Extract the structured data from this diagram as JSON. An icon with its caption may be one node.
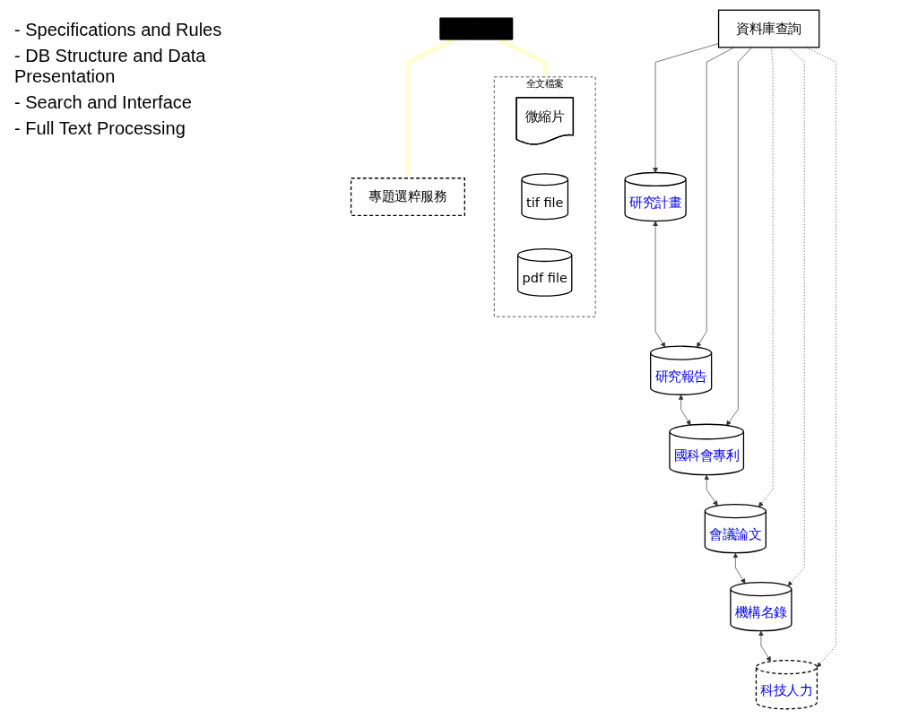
{
  "diagram": {
    "nodes": [
      {
        "text": [
          "資料庫查詢"
        ]
      },
      {
        "text": [
          "研究計畫"
        ]
      },
      {
        "text": [
          "研究報告"
        ]
      },
      {
        "text": [
          "國科會專利"
        ]
      },
      {
        "text": [
          "會議論文"
        ]
      },
      {
        "text": [
          "機構名錄"
        ]
      },
      {
        "text": [
          "科技人力"
        ]
      },
      {
        "text": [],
        "shape": "bar"
      },
      {
        "text": [
          "全文檔案"
        ]
      },
      {
        "text": [
          "微縮片"
        ],
        "in": 8
      },
      {
        "text": [
          "tif file"
        ],
        "in": 8
      },
      {
        "text": [
          "pdf file"
        ],
        "in": 8
      },
      {
        "text": [
          "專題選粹服務"
        ]
      }
    ],
    "edges": [
      {
        "from": 0,
        "to": 1,
        "arrow": "to"
      },
      {
        "from": 0,
        "to": 2,
        "arrow": "to"
      },
      {
        "from": 0,
        "to": 3,
        "arrow": "to"
      },
      {
        "from": 0,
        "to": 4,
        "arrow": "to",
        "style": "dashed"
      },
      {
        "from": 0,
        "to": 5,
        "arrow": "to",
        "style": "dashed"
      },
      {
        "from": 0,
        "to": 6,
        "arrow": "to",
        "style": "dashed"
      },
      {
        "from": 1,
        "to": 2,
        "arrow": "both"
      },
      {
        "from": 2,
        "to": 3,
        "arrow": "both"
      },
      {
        "from": 3,
        "to": 4,
        "arrow": "both"
      },
      {
        "from": 4,
        "to": 5,
        "arrow": "both"
      },
      {
        "from": 5,
        "to": 6,
        "arrow": "both"
      },
      {
        "from": 7,
        "to": 8,
        "arrow": "both",
        "style": "thick",
        "color": "#ffffcc"
      },
      {
        "from": 7,
        "to": 12,
        "arrow": "to",
        "style": "thick",
        "color": "#ffffcc"
      }
    ],
    "labels": [
      "- Specifications and Rules",
      "- DB Structure and Data Presentation",
      "- Search and Interface",
      "- Full Text Processing"
    ]
  }
}
